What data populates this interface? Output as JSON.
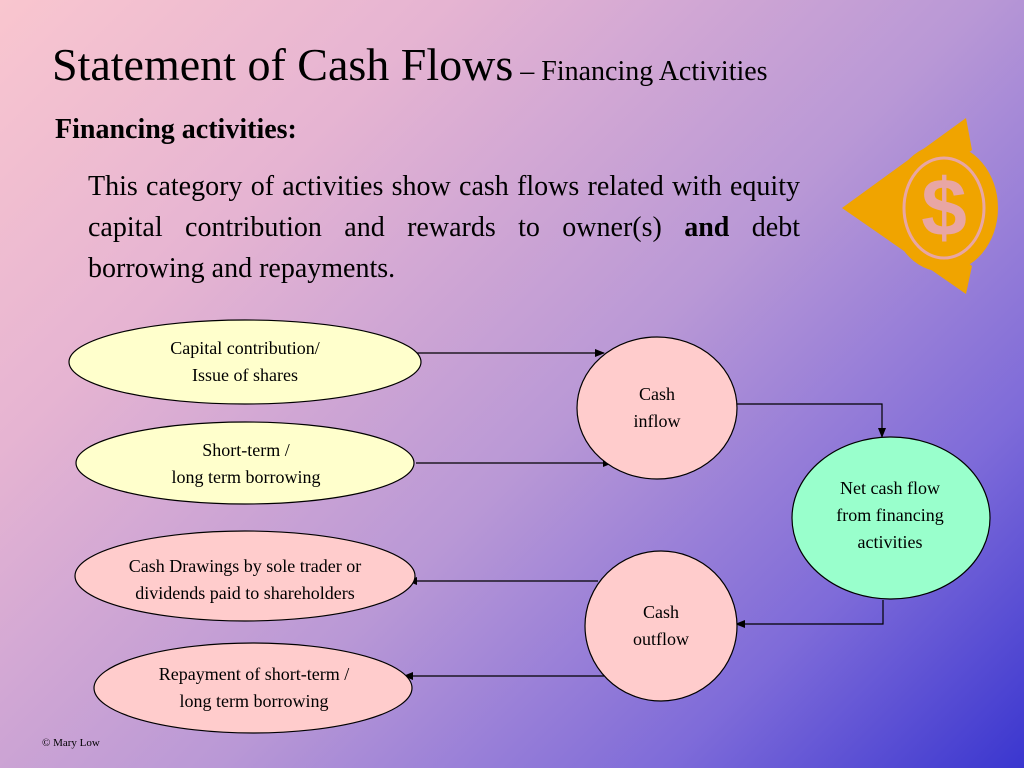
{
  "slide": {
    "title_main": "Statement of Cash Flows",
    "title_sub": " – Financing Activities",
    "heading": "Financing activities:",
    "body_pre": "This category of activities show cash flows related with equity capital contribution and rewards to owner(s) ",
    "body_bold": "and",
    "body_post": " debt borrowing and repayments.",
    "copyright": "© Mary Low"
  },
  "logo": {
    "icon": "dollar-sign-icon",
    "glyph": "$",
    "color": "#f0a400"
  },
  "nodes": {
    "capital_contribution": {
      "line1": "Capital contribution/",
      "line2": "Issue of shares"
    },
    "short_long_borrowing": {
      "line1": "Short-term /",
      "line2": "long term borrowing"
    },
    "cash_drawings": {
      "line1": "Cash Drawings by sole trader or",
      "line2": "dividends paid to shareholders"
    },
    "repayment": {
      "line1": "Repayment of short-term /",
      "line2": "long term borrowing"
    },
    "cash_inflow": {
      "line1": "Cash",
      "line2": "inflow"
    },
    "cash_outflow": {
      "line1": "Cash",
      "line2": "outflow"
    },
    "net_cash_flow": {
      "line1": "Net cash flow",
      "line2": "from financing",
      "line3": "activities"
    }
  },
  "colors": {
    "source_fill": "#ffffcc",
    "outflow_fill": "#ffcccc",
    "net_fill": "#99ffcc",
    "stroke": "#000000"
  }
}
